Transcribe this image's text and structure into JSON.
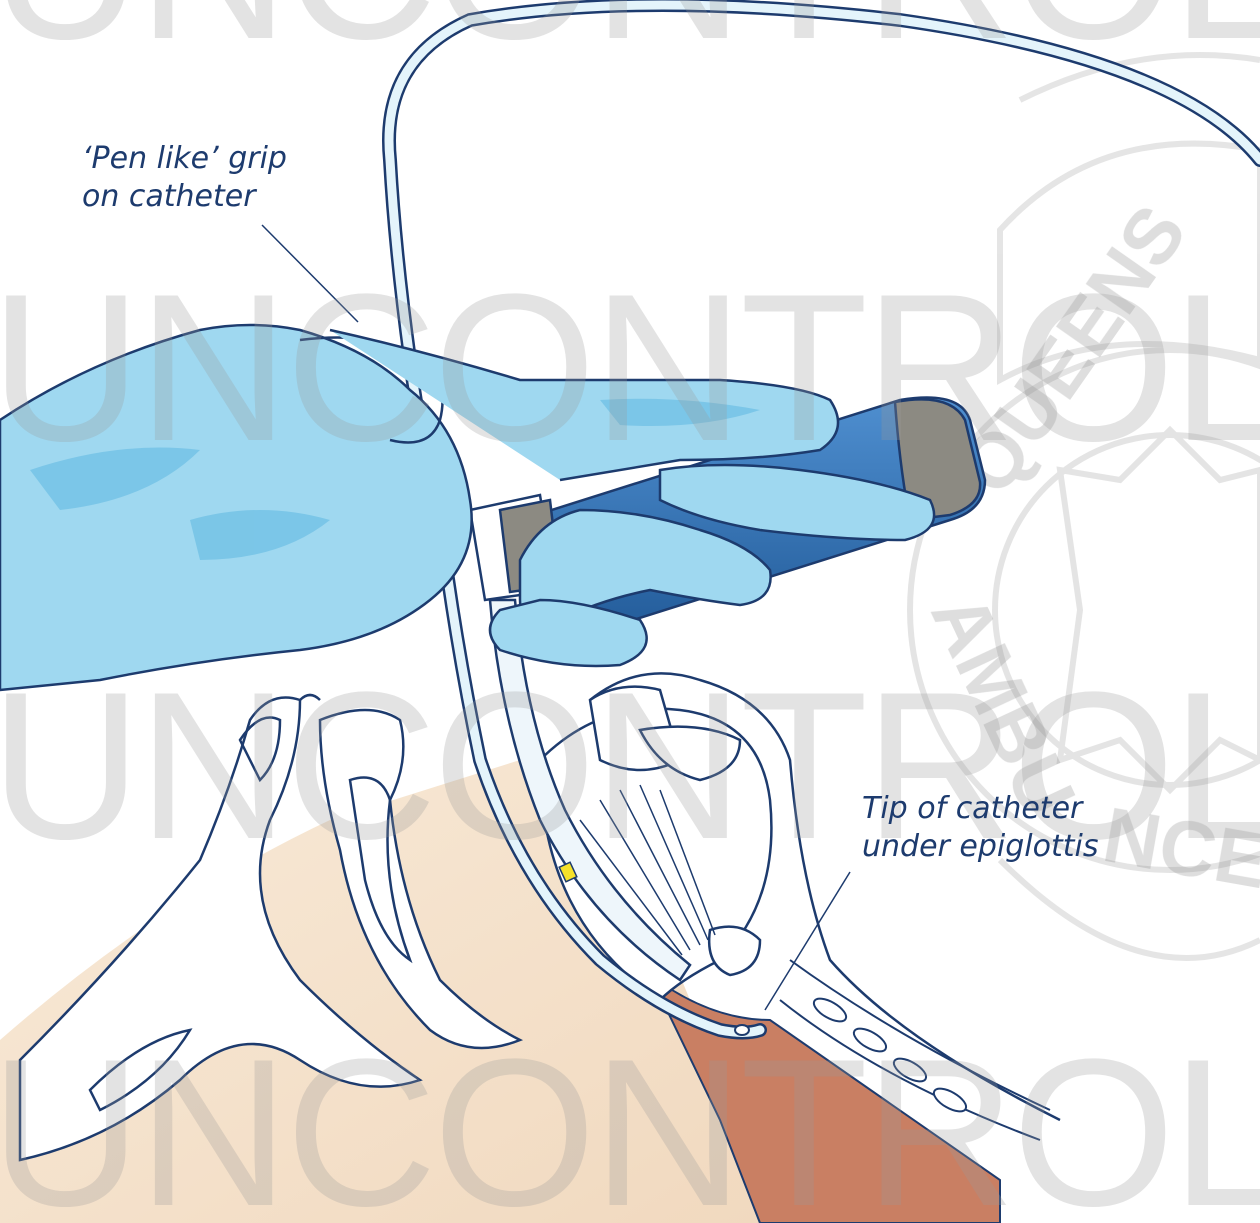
{
  "labels": {
    "grip_line1": "‘Pen like’ grip",
    "grip_line2": "on catheter",
    "tip_line1": "Tip of catheter",
    "tip_line2": "under epiglottis"
  },
  "watermark": {
    "text": "UNCONTROLLED",
    "seal_text": "QUEENSLAND AMBULANCE"
  },
  "colors": {
    "outline": "#1d3b6e",
    "glove": "#9fd8f0",
    "glove_shade": "#6cbfe4",
    "handle": "#2f6fb3",
    "tissue": "#f4e2cc",
    "trachea": "#c97f63",
    "watermark": "#9a9a9a"
  }
}
